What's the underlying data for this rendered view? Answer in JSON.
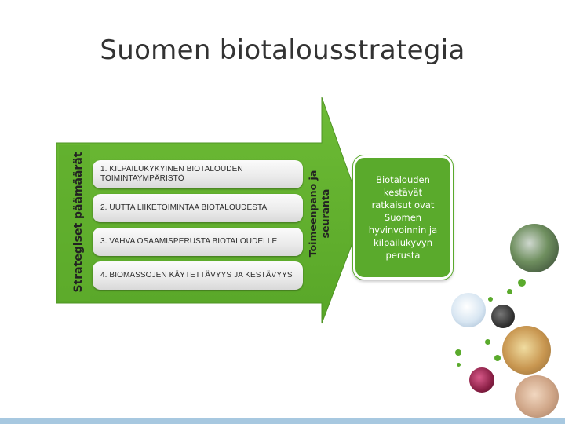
{
  "title": "Suomen biotalousstrategia",
  "left_label": "Strategiset päämäärät",
  "middle_label": "Toimeenpano ja seuranta",
  "goals": [
    "1. KILPAILUKYKYINEN BIOTALOUDEN TOIMINTAYMPÄRISTÖ",
    "2. UUTTA LIIKETOIMINTAA BIOTALOUDESTA",
    "3. VAHVA OSAAMISPERUSTA BIOTALOUDELLE",
    "4. BIOMASSOJEN KÄYTETTÄVYYS JA KESTÄVYYS"
  ],
  "result": "Biotalouden kestävät ratkaisut ovat Suomen hyvinvoinnin ja kilpailukyvyn perusta",
  "colors": {
    "arrow": "#63b22f",
    "arrow_border": "#4f9424",
    "result_box": "#5aaa2c",
    "bottom_bar": "#a7c8e0"
  },
  "images": [
    "fuel-pump-photo",
    "product-cards-photo",
    "coffee-beans-photo",
    "food-photo",
    "berries-photo",
    "hands-photo"
  ]
}
